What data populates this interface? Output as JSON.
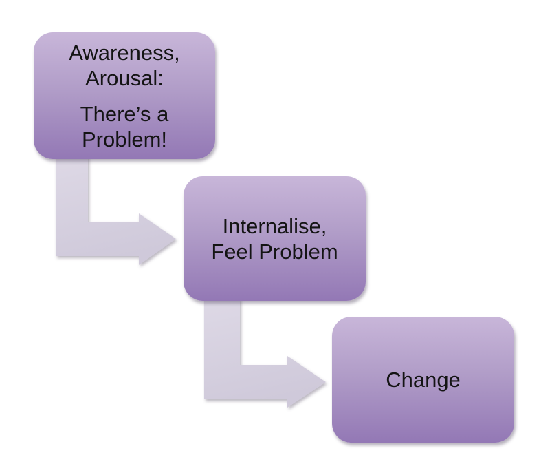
{
  "diagram_type": "staircase-flow",
  "colors": {
    "page_bg": "#ffffff",
    "node_top": "#c8b6d9",
    "node_mid": "#b19dc8",
    "node_bottom": "#9378b5",
    "node_text": "#141414",
    "arrow_light": "#ded9e6",
    "arrow_dark": "#cfc9da",
    "shadow": "#6b6477"
  },
  "nodes": [
    {
      "name": "awareness-arousal",
      "paragraphs": [
        [
          "Awareness,",
          "Arousal:"
        ],
        [
          "There’s a",
          "Problem!"
        ]
      ]
    },
    {
      "name": "internalise-feel-problem",
      "paragraphs": [
        [
          "Internalise,",
          "Feel Problem"
        ]
      ]
    },
    {
      "name": "change",
      "paragraphs": [
        [
          "Change"
        ]
      ]
    }
  ],
  "connectors": [
    {
      "name": "awareness-to-internalise",
      "shape": "elbow-arrow-down-right"
    },
    {
      "name": "internalise-to-change",
      "shape": "elbow-arrow-down-right"
    }
  ]
}
